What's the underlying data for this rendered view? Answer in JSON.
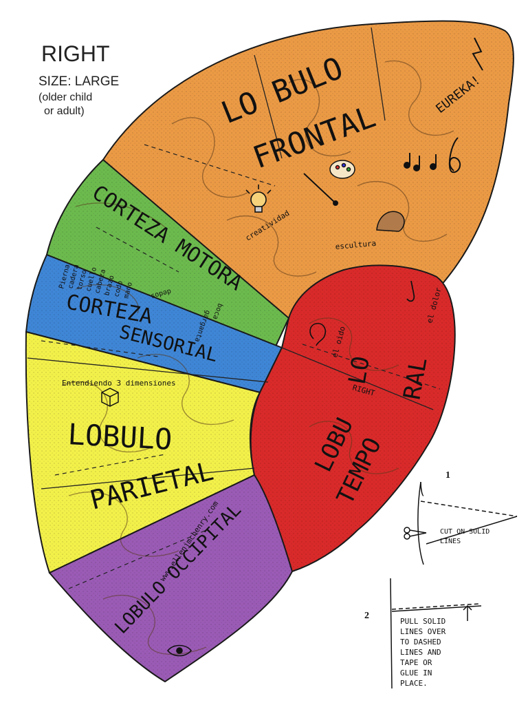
{
  "header": {
    "title": "RIGHT",
    "size": "SIZE: LARGE",
    "note_line1": "(older child",
    "note_line2": "or adult)"
  },
  "lobes": {
    "frontal": {
      "word1": "LO BULO",
      "word2": "FRONTAL",
      "eureka": "EUREKA!",
      "creatividad": "creatividad",
      "escultura": "escultura",
      "color": "#eb9a45"
    },
    "motora": {
      "line": "CORTEZA MOTORA",
      "color": "#6cba4e"
    },
    "sensorial": {
      "line1": "CORTEZA",
      "line2": "SENSORIAL",
      "body_parts": [
        "Pierna",
        "cadera",
        "torso",
        "cuello",
        "cabeza",
        "brazo",
        "codo",
        "mano",
        "dedos"
      ],
      "mouth_parts": [
        "boca",
        "garganta"
      ],
      "color": "#3f86d6"
    },
    "parietal": {
      "note": "Entendiendo 3 dimensiones",
      "word1": "LOBULO",
      "word2": "PARIETAL",
      "color": "#f2f04a"
    },
    "temporal": {
      "top_left": "LO",
      "top_right": "RAL",
      "bottom_left": "LOBU",
      "bottom_right": "TEMPO",
      "right_mark": "RIGHT",
      "oido": "el oido",
      "dolor": "el dolor",
      "color": "#d92a2a"
    },
    "occipital": {
      "word": "LOBULO OCCIPITAL",
      "website": "www.ellenjmchenry.com",
      "color": "#9a5bb5"
    }
  },
  "instructions": {
    "step1_number": "1",
    "step1_text_line1": "CUT ON SOLID",
    "step1_text_line2": "LINES",
    "step2_number": "2",
    "step2_lines": [
      "PULL SOLID",
      "LINES OVER",
      "TO DASHED",
      "LINES AND",
      "TAPE OR",
      "GLUE IN",
      "PLACE."
    ]
  }
}
